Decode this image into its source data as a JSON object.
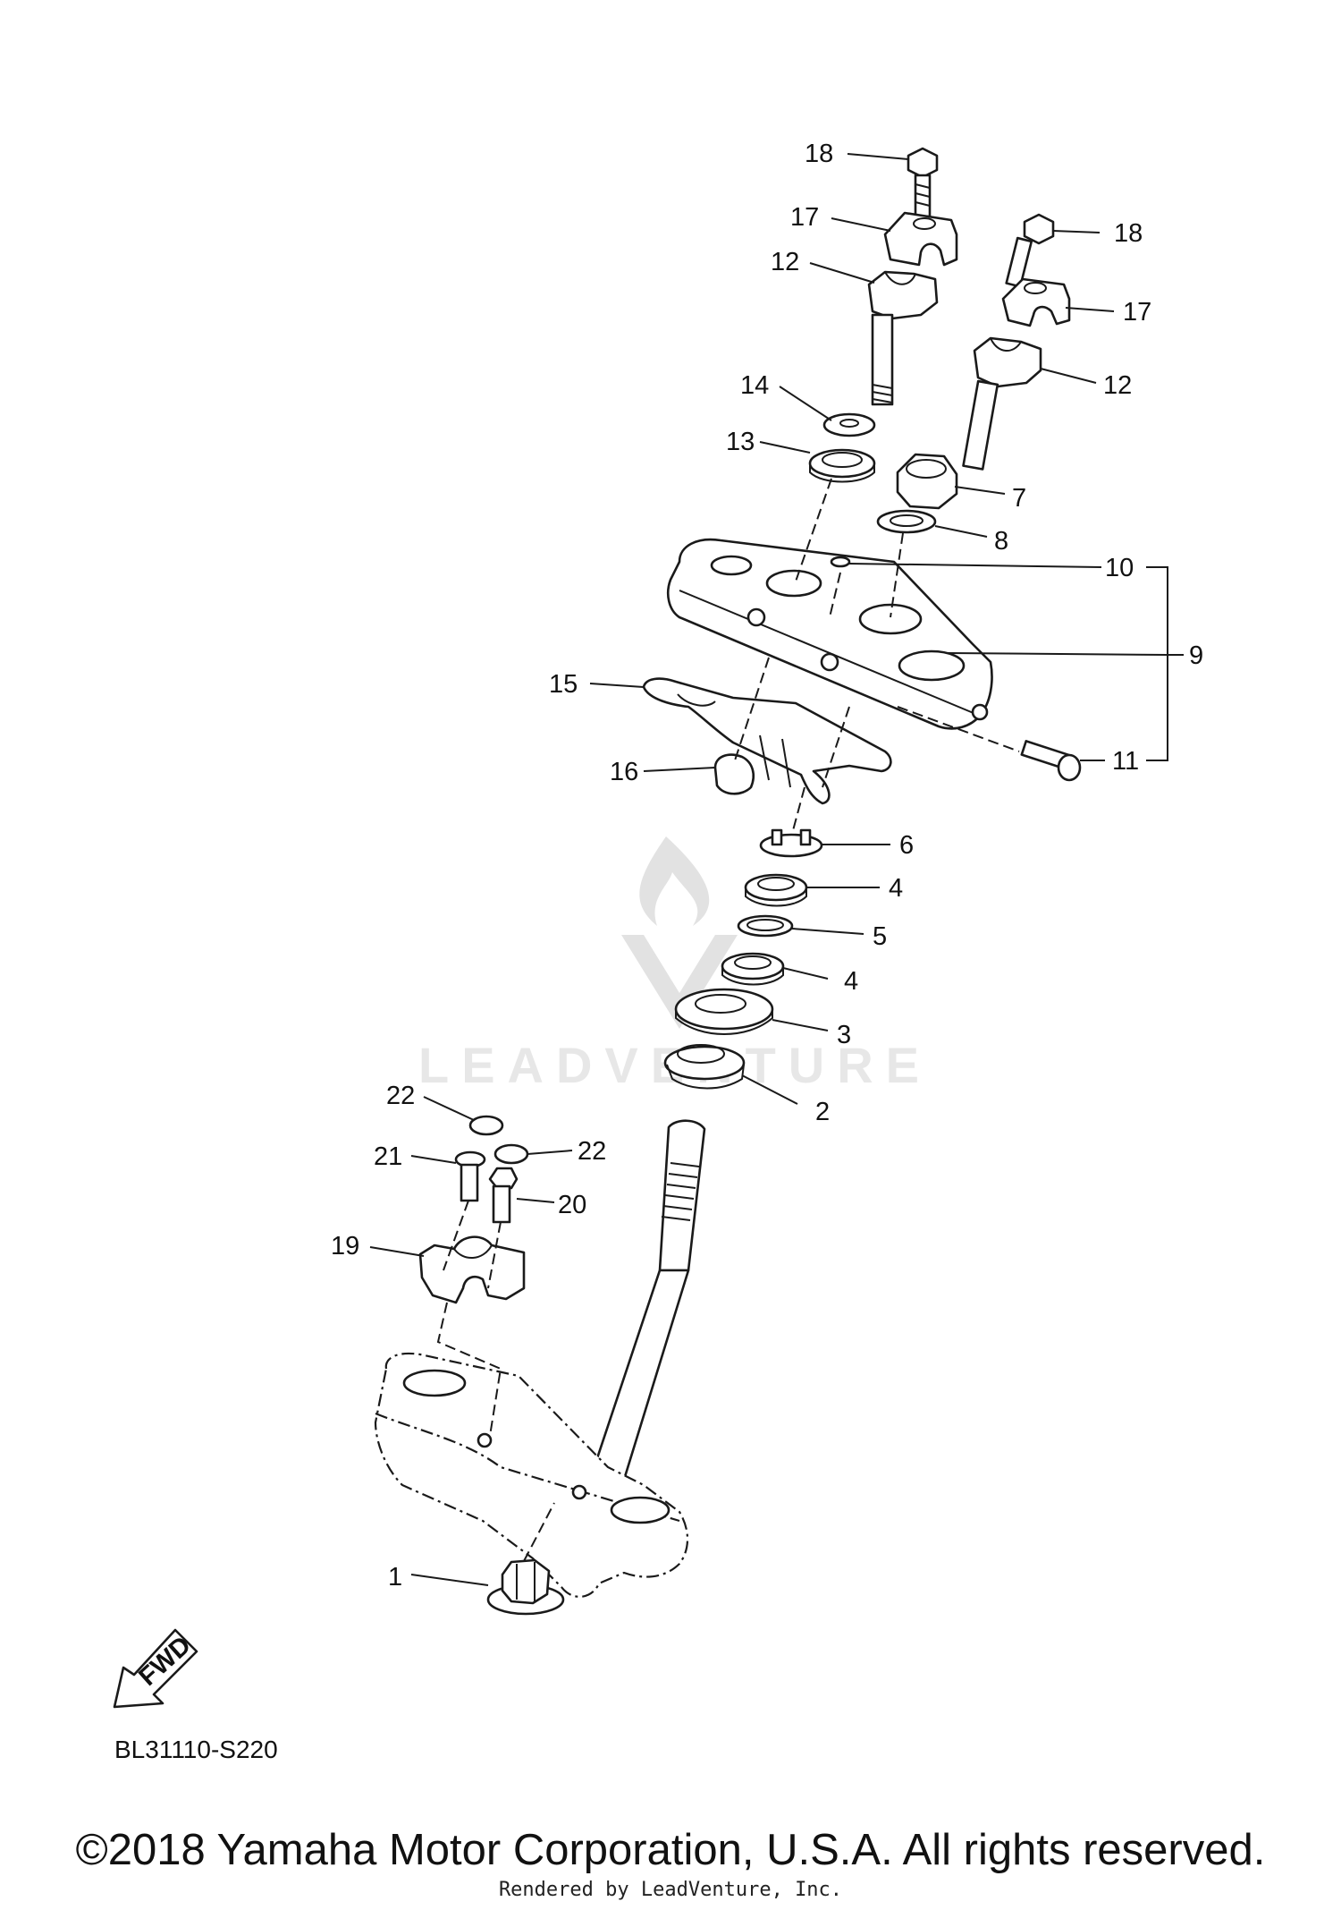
{
  "diagram": {
    "callouts": [
      {
        "id": "c18a",
        "label": "18"
      },
      {
        "id": "c17a",
        "label": "17"
      },
      {
        "id": "c12a",
        "label": "12"
      },
      {
        "id": "c18b",
        "label": "18"
      },
      {
        "id": "c17b",
        "label": "17"
      },
      {
        "id": "c12b",
        "label": "12"
      },
      {
        "id": "c14",
        "label": "14"
      },
      {
        "id": "c13",
        "label": "13"
      },
      {
        "id": "c7",
        "label": "7"
      },
      {
        "id": "c8",
        "label": "8"
      },
      {
        "id": "c10",
        "label": "10"
      },
      {
        "id": "c9",
        "label": "9"
      },
      {
        "id": "c11",
        "label": "11"
      },
      {
        "id": "c15",
        "label": "15"
      },
      {
        "id": "c16",
        "label": "16"
      },
      {
        "id": "c6",
        "label": "6"
      },
      {
        "id": "c4a",
        "label": "4"
      },
      {
        "id": "c5",
        "label": "5"
      },
      {
        "id": "c4b",
        "label": "4"
      },
      {
        "id": "c3",
        "label": "3"
      },
      {
        "id": "c2",
        "label": "2"
      },
      {
        "id": "c22a",
        "label": "22"
      },
      {
        "id": "c22b",
        "label": "22"
      },
      {
        "id": "c21",
        "label": "21"
      },
      {
        "id": "c20",
        "label": "20"
      },
      {
        "id": "c19",
        "label": "19"
      },
      {
        "id": "c1",
        "label": "1"
      }
    ],
    "fwd_label": "FWD",
    "reference_code": "BL31110-S220"
  },
  "watermark": {
    "text": "LEADVENTURE"
  },
  "footer": {
    "copyright": "©2018 Yamaha Motor Corporation, U.S.A. All rights reserved.",
    "rendered_by": "Rendered by LeadVenture, Inc."
  }
}
